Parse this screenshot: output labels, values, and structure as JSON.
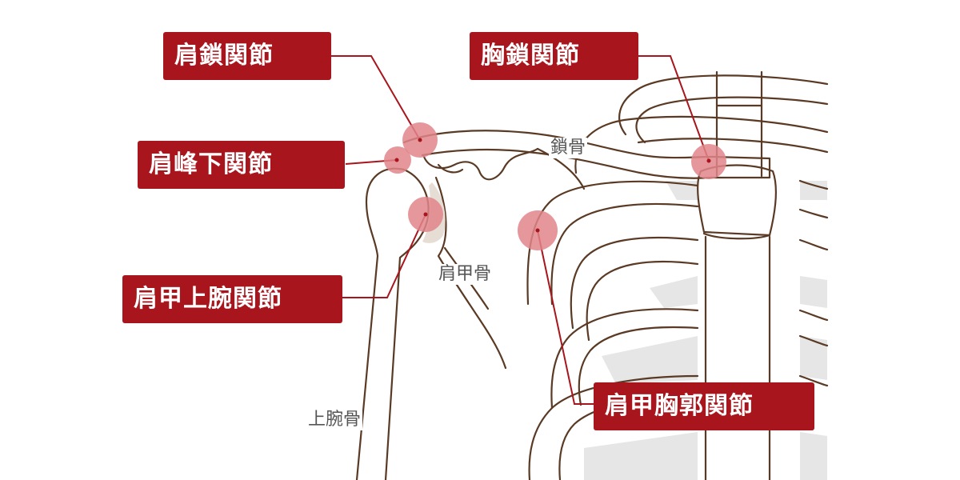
{
  "joints": {
    "acromioclavicular": "肩鎖関節",
    "sternoclavicular": "胸鎖関節",
    "subacromial": "肩峰下関節",
    "glenohumeral": "肩甲上腕関節",
    "scapulothoracic": "肩甲胸郭関節"
  },
  "bones": {
    "clavicle": "鎖骨",
    "scapula": "肩甲骨",
    "humerus": "上腕骨"
  },
  "colors": {
    "callout_bg": "#a8151c",
    "callout_text": "#ffffff",
    "joint_marker": "#e0858a",
    "leader_line": "#a8151c",
    "bone_stroke": "#5a3a24",
    "cartilage_fill": "#e6e6e6",
    "bone_label": "#555555"
  }
}
